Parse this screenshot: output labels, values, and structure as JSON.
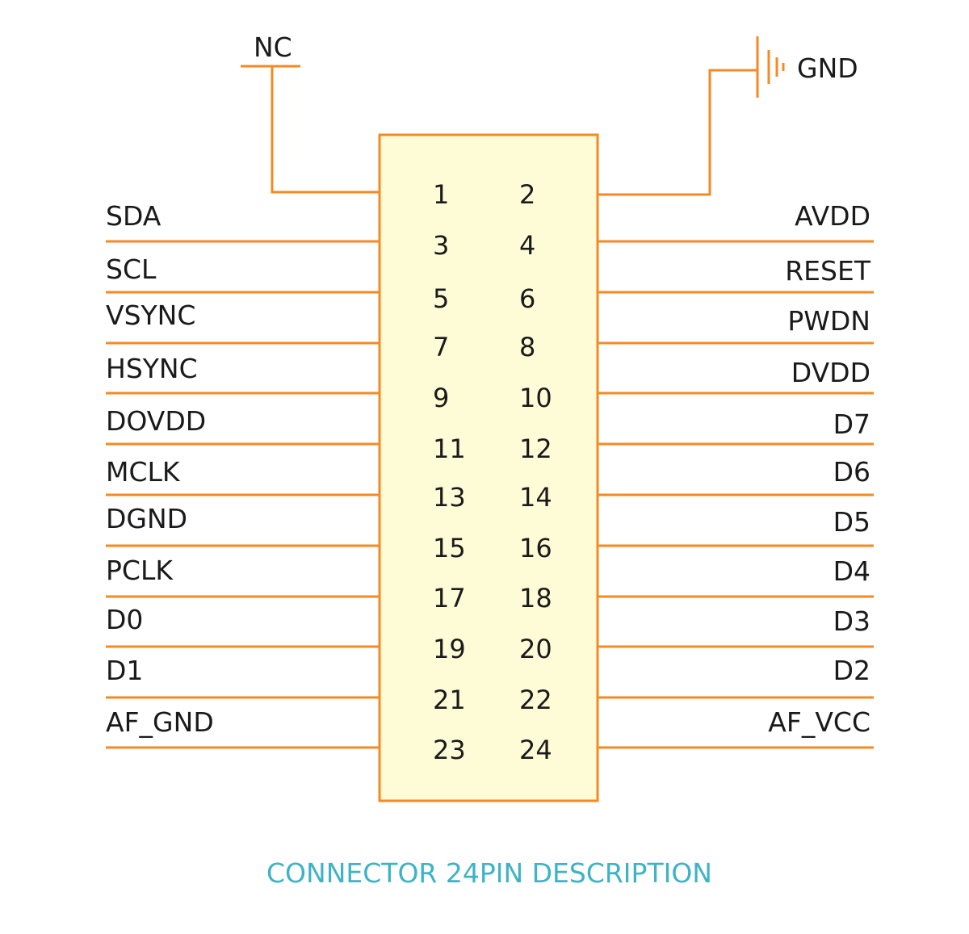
{
  "caption": "CONNECTOR 24PIN DESCRIPTION",
  "nc_label": "NC",
  "gnd_label": "GND",
  "pin_numbers_left": [
    "1",
    "3",
    "5",
    "7",
    "9",
    "11",
    "13",
    "15",
    "17",
    "19",
    "21",
    "23"
  ],
  "pin_numbers_right": [
    "2",
    "4",
    "6",
    "8",
    "10",
    "12",
    "14",
    "16",
    "18",
    "20",
    "22",
    "24"
  ],
  "left_signals": [
    "SDA",
    "SCL",
    "VSYNC",
    "HSYNC",
    "DOVDD",
    "MCLK",
    "DGND",
    "PCLK",
    "D0",
    "D1",
    "AF_GND"
  ],
  "right_signals": [
    "AVDD",
    "RESET",
    "PWDN",
    "DVDD",
    "D7",
    "D6",
    "D5",
    "D4",
    "D3",
    "D2",
    "AF_VCC"
  ],
  "colors": {
    "wire": "#f58a23",
    "box_fill": "#fefcd6",
    "caption": "#3db3c4"
  }
}
